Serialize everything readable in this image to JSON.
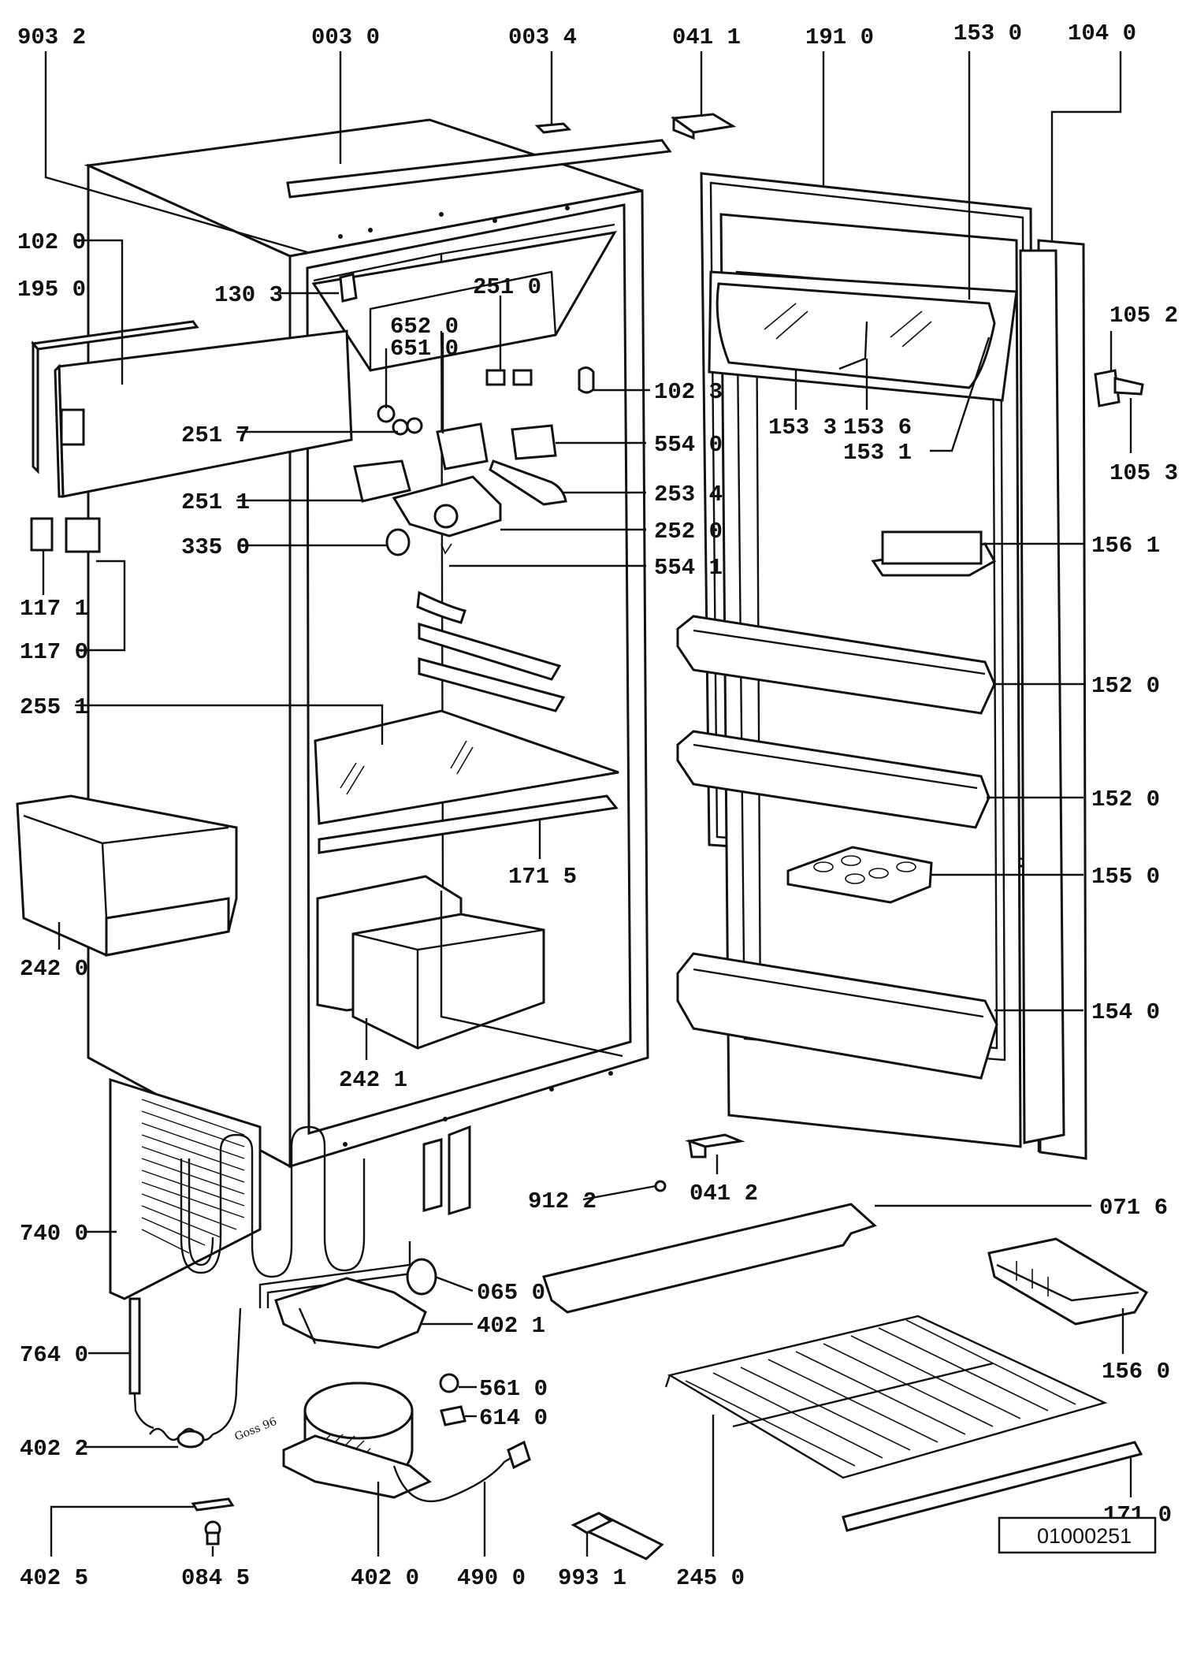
{
  "document_reference": "01000251",
  "signature": "Goss 96",
  "parts": [
    {
      "id": "p9032",
      "label": "903 2"
    },
    {
      "id": "p0030",
      "label": "003 0"
    },
    {
      "id": "p0034",
      "label": "003 4"
    },
    {
      "id": "p0411",
      "label": "041 1"
    },
    {
      "id": "p1910",
      "label": "191 0"
    },
    {
      "id": "p1530",
      "label": "153 0"
    },
    {
      "id": "p1040",
      "label": "104 0"
    },
    {
      "id": "p1020",
      "label": "102 0"
    },
    {
      "id": "p1950",
      "label": "195 0"
    },
    {
      "id": "p1303",
      "label": "130 3"
    },
    {
      "id": "p2510",
      "label": "251 0"
    },
    {
      "id": "p6520",
      "label": "652 0"
    },
    {
      "id": "p6510",
      "label": "651 0"
    },
    {
      "id": "p1023",
      "label": "102 3"
    },
    {
      "id": "p1533",
      "label": "153 3"
    },
    {
      "id": "p1536",
      "label": "153 6"
    },
    {
      "id": "p1531",
      "label": "153 1"
    },
    {
      "id": "p1052",
      "label": "105 2"
    },
    {
      "id": "p1053",
      "label": "105 3"
    },
    {
      "id": "p2517",
      "label": "251 7"
    },
    {
      "id": "p5540",
      "label": "554 0"
    },
    {
      "id": "p2511",
      "label": "251 1"
    },
    {
      "id": "p2534",
      "label": "253 4"
    },
    {
      "id": "p2520",
      "label": "252 0"
    },
    {
      "id": "p3350",
      "label": "335 0"
    },
    {
      "id": "p5541",
      "label": "554 1"
    },
    {
      "id": "p1561",
      "label": "156 1"
    },
    {
      "id": "p1171",
      "label": "117 1"
    },
    {
      "id": "p1170",
      "label": "117 0"
    },
    {
      "id": "p1520a",
      "label": "152 0"
    },
    {
      "id": "p2551",
      "label": "255 1"
    },
    {
      "id": "p1520b",
      "label": "152 0"
    },
    {
      "id": "p1715",
      "label": "171 5"
    },
    {
      "id": "p1550",
      "label": "155 0"
    },
    {
      "id": "p2420",
      "label": "242 0"
    },
    {
      "id": "p1540",
      "label": "154 0"
    },
    {
      "id": "p2421",
      "label": "242 1"
    },
    {
      "id": "p9122",
      "label": "912 2"
    },
    {
      "id": "p0412",
      "label": "041 2"
    },
    {
      "id": "p7400",
      "label": "740 0"
    },
    {
      "id": "p0716",
      "label": "071 6"
    },
    {
      "id": "p0650",
      "label": "065 0"
    },
    {
      "id": "p4021",
      "label": "402 1"
    },
    {
      "id": "p7640",
      "label": "764 0"
    },
    {
      "id": "p1560",
      "label": "156 0"
    },
    {
      "id": "p5610",
      "label": "561 0"
    },
    {
      "id": "p6140",
      "label": "614 0"
    },
    {
      "id": "p4022",
      "label": "402 2"
    },
    {
      "id": "p1710",
      "label": "171 0"
    },
    {
      "id": "p4025",
      "label": "402 5"
    },
    {
      "id": "p0845",
      "label": "084 5"
    },
    {
      "id": "p4020",
      "label": "402 0"
    },
    {
      "id": "p4900",
      "label": "490 0"
    },
    {
      "id": "p9931",
      "label": "993 1"
    },
    {
      "id": "p2450",
      "label": "245 0"
    }
  ]
}
